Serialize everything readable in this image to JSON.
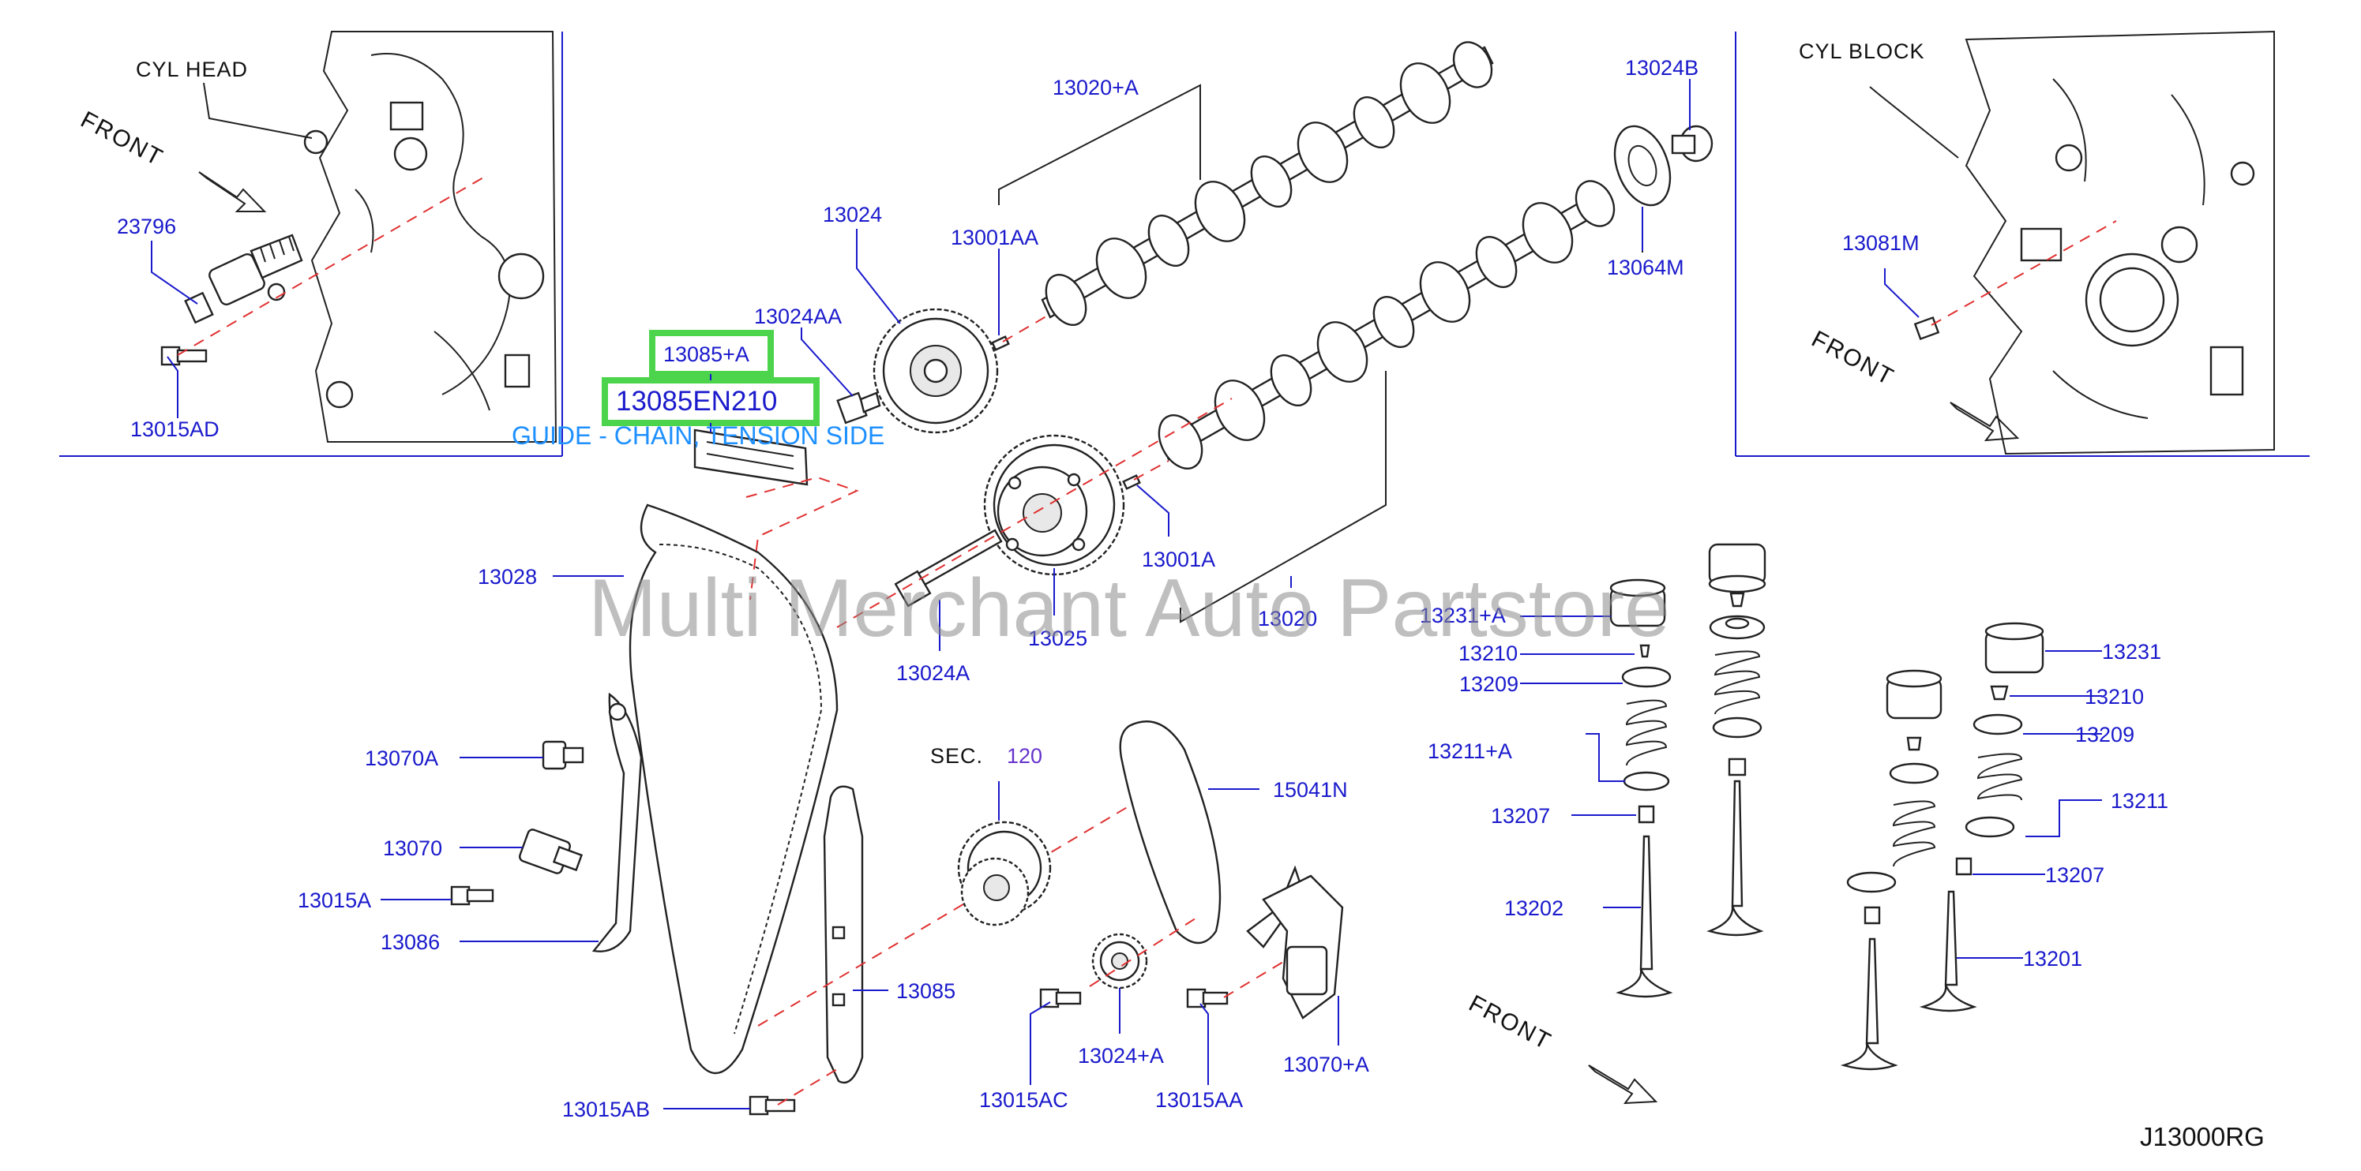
{
  "diagram": {
    "headers": {
      "cyl_head": "CYL   HEAD",
      "cyl_block": "CYL   BLOCK",
      "front": "FRONT"
    },
    "sec": {
      "label": "SEC.",
      "number": "120"
    },
    "highlight": {
      "primary": "13085+A",
      "selected": "13085EN210",
      "description": "GUIDE - CHAIN, TENSION SIDE",
      "color": "#4cd44c"
    },
    "callouts": {
      "c23796": "23796",
      "c13015AD": "13015AD",
      "c13024": "13024",
      "c13024AA": "13024AA",
      "c13020A": "13020+A",
      "c13001AA": "13001AA",
      "c13024B": "13024B",
      "c13064M": "13064M",
      "c13081M": "13081M",
      "c13001A": "13001A",
      "c13020": "13020",
      "c13025": "13025",
      "c13024A": "13024A",
      "c13028": "13028",
      "c13070A": "13070A",
      "c13070": "13070",
      "c13015A": "13015A",
      "c13086": "13086",
      "c15041N": "15041N",
      "c13085": "13085",
      "c13015AB": "13015AB",
      "c13024plusA": "13024+A",
      "c13015AC": "13015AC",
      "c13015AA": "13015AA",
      "c13070plusA": "13070+A",
      "c13231A": "13231+A",
      "c13210L": "13210",
      "c13209L": "13209",
      "c13211A": "13211+A",
      "c13207L": "13207",
      "c13202": "13202",
      "c13231": "13231",
      "c13210R": "13210",
      "c13209R": "13209",
      "c13211": "13211",
      "c13207R": "13207",
      "c13201": "13201"
    },
    "watermark": "Multi Merchant Auto Partstore",
    "reference": "J13000RG",
    "colors": {
      "callout": "#1a1acc",
      "centerline": "#e03030",
      "description": "#1e90ff",
      "sec_number": "#6633cc"
    }
  }
}
